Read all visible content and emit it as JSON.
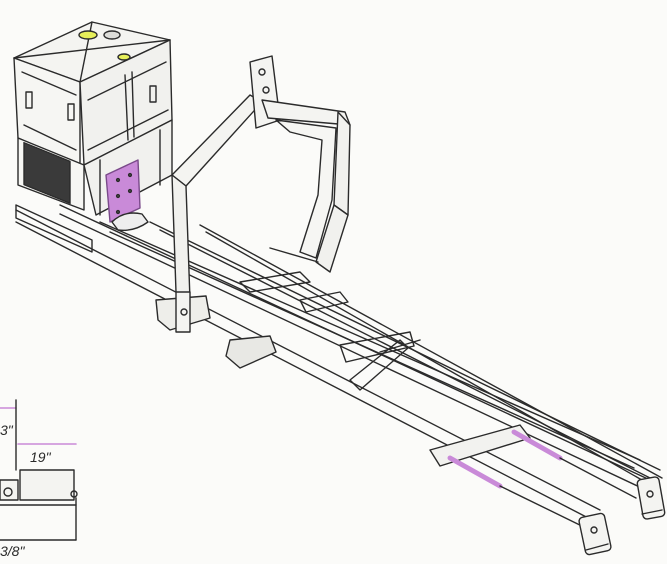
{
  "dimensions": {
    "top_label": "3\"",
    "middle_label": "19\"",
    "bottom_label": "3/8\""
  },
  "colors": {
    "ink": "#2b2b2b",
    "frame_fill": "#f4f4f1",
    "highlight_magenta": "#c98ad8",
    "highlight_yellow": "#e6ef5a",
    "background": "#fbfbf9"
  }
}
